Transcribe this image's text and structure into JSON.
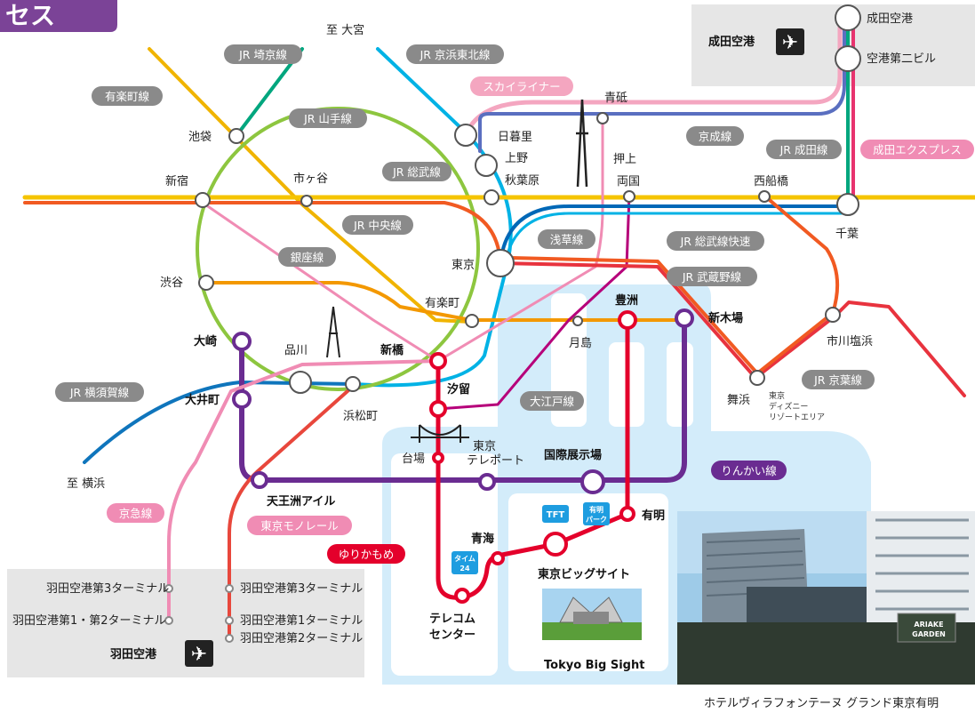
{
  "header": {
    "title": "セス"
  },
  "direction": {
    "omiya": "至 大宮",
    "yokohama": "至 横浜"
  },
  "narita": {
    "label": "成田空港",
    "stations": [
      "成田空港",
      "空港第二ビル"
    ]
  },
  "haneda": {
    "label": "羽田空港",
    "keikyu_stations": [
      "羽田空港第3ターミナル",
      "羽田空港第1・第2ターミナル"
    ],
    "monorail_stations": [
      "羽田空港第3ターミナル",
      "羽田空港第1ターミナル",
      "羽田空港第2ターミナル"
    ]
  },
  "lines": {
    "saikyo": "JR 埼京線",
    "keihin": "JR 京浜東北線",
    "yurakucho": "有楽町線",
    "yamanote": "JR 山手線",
    "skyliner": "スカイライナー",
    "sobu": "JR 総武線",
    "chuo": "JR 中央線",
    "keisei": "京成線",
    "narita_line": "JR 成田線",
    "nex": "成田エクスプレス",
    "asakusa": "浅草線",
    "ginza": "銀座線",
    "sobu_rapid": "JR 総武線快速",
    "musashino": "JR 武蔵野線",
    "yokosuka": "JR 横須賀線",
    "oedo": "大江戸線",
    "keiyo": "JR 京葉線",
    "rinkai": "りんかい線",
    "keikyu": "京急線",
    "monorail": "東京モノレール",
    "yurikamome": "ゆりかもめ"
  },
  "stations": {
    "ikebukuro": "池袋",
    "shinjuku": "新宿",
    "ichigaya": "市ヶ谷",
    "shibuya": "渋谷",
    "nippori": "日暮里",
    "ueno": "上野",
    "akihabara": "秋葉原",
    "aoto": "青砥",
    "oshiage": "押上",
    "ryogoku": "両国",
    "nishifunabashi": "西船橋",
    "chiba": "千葉",
    "tokyo": "東京",
    "yurakucho": "有楽町",
    "toyosu": "豊洲",
    "tsukishima": "月島",
    "shinkiba": "新木場",
    "ichikawashiohama": "市川塩浜",
    "osaki": "大崎",
    "shinagawa": "品川",
    "shimbashi": "新橋",
    "shiodome": "汐留",
    "oimachi": "大井町",
    "hamamatsucho": "浜松町",
    "maihama": "舞浜",
    "daiba": "台場",
    "tokyo_teleport": "東京\nテレポート",
    "kokusai_tenjijo": "国際展示場",
    "tennozu_isle": "天王洲アイル",
    "ariake": "有明",
    "aomi": "青海",
    "tokyo_big_sight": "東京ビッグサイト",
    "telecom_center": "テレコム\nセンター"
  },
  "landmarks": {
    "tdr": "東京\nディズニー\nリゾートエリア",
    "big_sight_en": "Tokyo Big Sight",
    "tft": "TFT",
    "ariake_park": "有明\nパーク",
    "time24": "タイム\n24"
  },
  "photo": {
    "caption": "ホテルヴィラフォンテーヌ グランド東京有明",
    "sign": "ARIAKE\nGARDEN"
  },
  "colors": {
    "yamanote": "#8dc63f",
    "keihin": "#00b2e5",
    "saikyo": "#00a67e",
    "yurakucho": "#f0b400",
    "chuo_sobu": "#f5b800",
    "chuo": "#f15a22",
    "skyliner": "#f4a6c0",
    "keisei": "#5a6fc0",
    "nex": "#e8336e",
    "rinkai": "#6a2c91",
    "yurikamome": "#e4002b",
    "monorail": "#e8473c",
    "keikyu": "#f08cb4",
    "ginza": "#f39800",
    "asakusa": "#e85298",
    "oedo": "#b6007a",
    "sobu_rapid": "#0068b7",
    "yokosuka": "#0f75bc",
    "keiyo": "#e8333e",
    "musashino": "#f15a22",
    "header": "#7b4397",
    "bay": "#d3ecfa"
  }
}
